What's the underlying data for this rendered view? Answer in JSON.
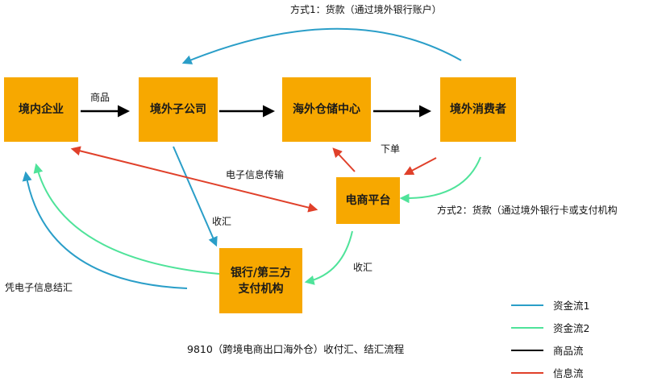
{
  "nodes": {
    "domestic": "境内企业",
    "subsidiary": "境外子公司",
    "warehouse": "海外仓储中心",
    "consumer": "境外消费者",
    "platform": "电商平台",
    "bank_line1": "银行/第三方",
    "bank_line2": "支付机构"
  },
  "labels": {
    "goods": "商品",
    "method1": "方式1：货款（通过境外银行账户）",
    "order": "下单",
    "edi": "电子信息传输",
    "collect1": "收汇",
    "collect2": "收汇",
    "method2": "方式2：货款（通过境外银行卡或支付机构",
    "settle": "凭电子信息结汇"
  },
  "caption": "9810（跨境电商出口海外仓）收付汇、结汇流程",
  "legend": [
    {
      "label": "资金流1",
      "color": "#2a9ec8"
    },
    {
      "label": "资金流2",
      "color": "#4fe39a"
    },
    {
      "label": "商品流",
      "color": "#000000"
    },
    {
      "label": "信息流",
      "color": "#e0402a"
    }
  ],
  "colors": {
    "node": "#f7a800",
    "fund1": "#2a9ec8",
    "fund2": "#4fe39a",
    "goods": "#000000",
    "info": "#e0402a"
  }
}
